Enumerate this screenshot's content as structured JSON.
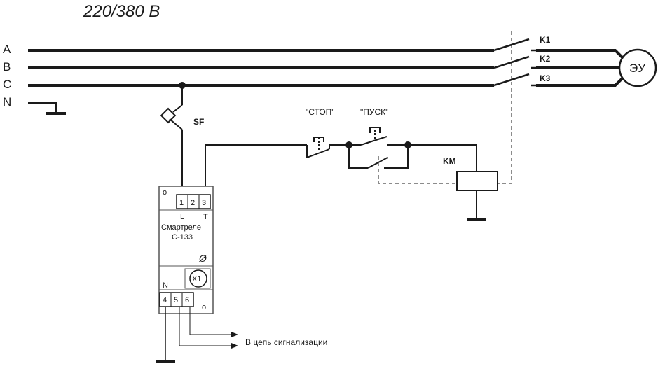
{
  "title": "220/380 В",
  "buses": {
    "a": "A",
    "b": "B",
    "c": "C",
    "n": "N"
  },
  "contacts": {
    "k1": "K1",
    "k2": "K2",
    "k3": "K3"
  },
  "motor": "ЭУ",
  "breaker": "SF",
  "buttons": {
    "stop": "\"СТОП\"",
    "start": "\"ПУСК\""
  },
  "coil": "KM",
  "relay": {
    "name_line1": "Смартреле",
    "name_line2": "С-133",
    "terminal_1": "1",
    "terminal_2": "2",
    "terminal_3": "3",
    "terminal_4": "4",
    "terminal_5": "5",
    "terminal_6": "6",
    "label_l": "L",
    "label_t": "T",
    "label_n": "N",
    "indicator": "X1",
    "adjust_symbol": "Ø",
    "mark_top": "o",
    "mark_bottom": "o"
  },
  "signal_text": "В цепь сигнализации",
  "colors": {
    "line": "#1a1a1a",
    "background": "#ffffff",
    "device_border": "#555555"
  }
}
